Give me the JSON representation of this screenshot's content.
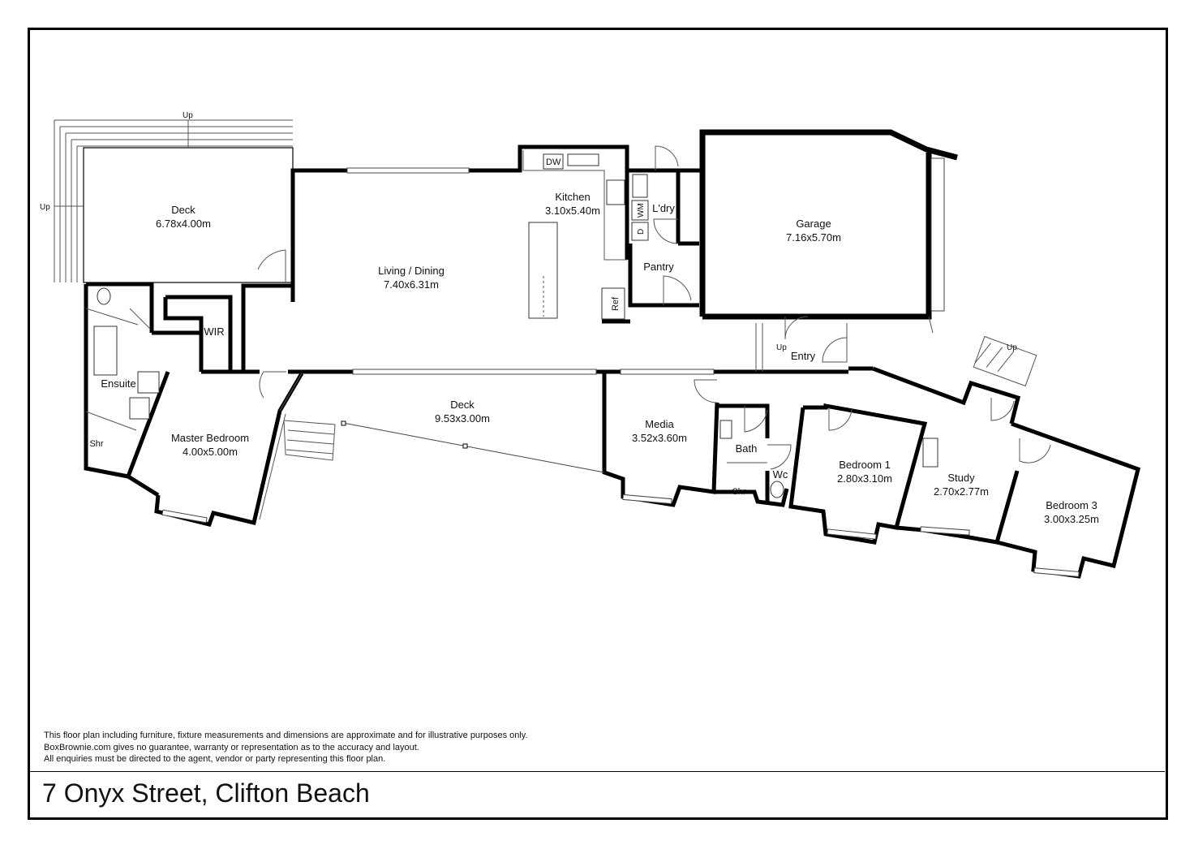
{
  "rooms": {
    "deck_left": {
      "name": "Deck",
      "size": "6.78x4.00m"
    },
    "living": {
      "name": "Living / Dining",
      "size": "7.40x6.31m"
    },
    "kitchen": {
      "name": "Kitchen",
      "size": "3.10x5.40m"
    },
    "laundry": {
      "name": "L'dry"
    },
    "pantry": {
      "name": "Pantry"
    },
    "garage": {
      "name": "Garage",
      "size": "7.16x5.70m"
    },
    "wir": {
      "name": "WIR"
    },
    "ensuite": {
      "name": "Ensuite"
    },
    "ensuite_shower": {
      "name": "Shr"
    },
    "master": {
      "name": "Master Bedroom",
      "size": "4.00x5.00m"
    },
    "deck_rear": {
      "name": "Deck",
      "size": "9.53x3.00m"
    },
    "entry": {
      "name": "Entry"
    },
    "media": {
      "name": "Media",
      "size": "3.52x3.60m"
    },
    "bath": {
      "name": "Bath"
    },
    "bath_shower": {
      "name": "Shr"
    },
    "wc": {
      "name": "Wc"
    },
    "bedroom1": {
      "name": "Bedroom 1",
      "size": "2.80x3.10m"
    },
    "study": {
      "name": "Study",
      "size": "2.70x2.77m"
    },
    "bedroom3": {
      "name": "Bedroom 3",
      "size": "3.00x3.25m"
    }
  },
  "fixtures": {
    "dishwasher": "DW",
    "washing_machine": "WM",
    "dryer": "D",
    "fridge": "Ref"
  },
  "stairs": {
    "deck_top": "Up",
    "deck_left": "Up",
    "entry": "Up",
    "study": "Up"
  },
  "disclaimer": [
    "This floor plan including furniture, fixture measurements and dimensions are approximate and for illustrative purposes only.",
    "BoxBrownie.com gives no guarantee, warranty or representation as to the accuracy and layout.",
    "All enquiries must be directed to the agent, vendor or party representing this floor plan."
  ],
  "address": "7 Onyx Street, Clifton Beach"
}
